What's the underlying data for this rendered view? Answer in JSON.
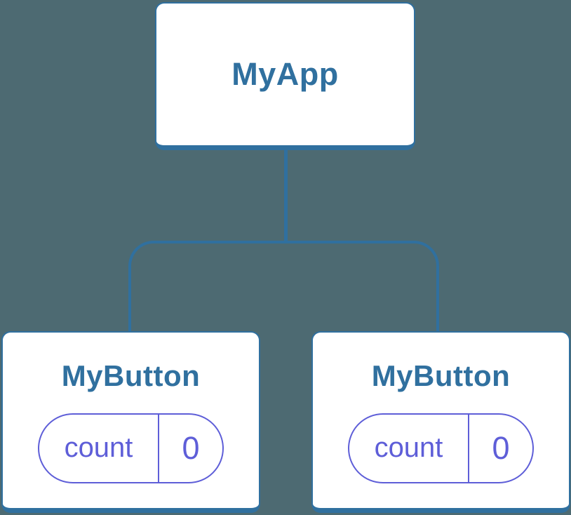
{
  "colors": {
    "background": "#4d6a72",
    "blue_accent": "#30709f",
    "purple_accent": "#5e5ed8",
    "card_background": "#ffffff"
  },
  "diagram": {
    "type": "component-tree",
    "root": {
      "label": "MyApp"
    },
    "children": [
      {
        "label": "MyButton",
        "state": {
          "key": "count",
          "value": "0"
        }
      },
      {
        "label": "MyButton",
        "state": {
          "key": "count",
          "value": "0"
        }
      }
    ]
  }
}
